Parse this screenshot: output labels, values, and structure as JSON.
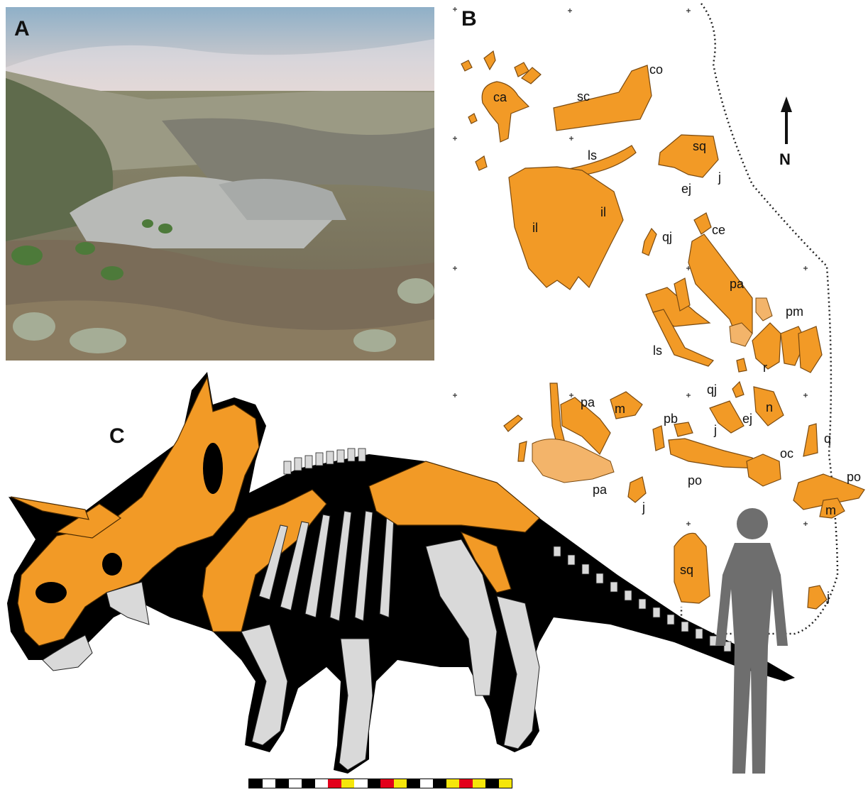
{
  "panels": {
    "a": "A",
    "b": "B",
    "c": "C"
  },
  "north_arrow": "N",
  "quarry_labels": {
    "ca": "ca",
    "sc": "sc",
    "co": "co",
    "ls1": "ls",
    "sq1": "sq",
    "ej1": "ej",
    "j1": "j",
    "il1": "il",
    "il2": "il",
    "qj1": "qj",
    "ce": "ce",
    "pa1": "pa",
    "pm": "pm",
    "ls2": "ls",
    "r": "r",
    "qj2": "qj",
    "pa2": "pa",
    "m1": "m",
    "pb": "pb",
    "j2": "j",
    "ej2": "ej",
    "n": "n",
    "q": "q",
    "oc": "oc",
    "pa3": "pa",
    "po1": "po",
    "j3": "j",
    "po2": "po",
    "m2": "m",
    "sq2": "sq",
    "j4": "j"
  },
  "colors": {
    "bone": "#f29a26",
    "bone_light": "#f3b46a",
    "skeleton_fill": "#000000",
    "reconstructed_bone": "#d9d9d9",
    "human": "#6e6e6e",
    "scale_red": "#e3001b",
    "scale_yellow": "#f5e60a"
  },
  "scale_bar_pattern": [
    "black",
    "white",
    "black",
    "white",
    "black",
    "white",
    "red",
    "yellow",
    "white",
    "black",
    "red",
    "yellow",
    "black",
    "white",
    "black",
    "yellow",
    "red",
    "yellow",
    "black",
    "yellow"
  ]
}
